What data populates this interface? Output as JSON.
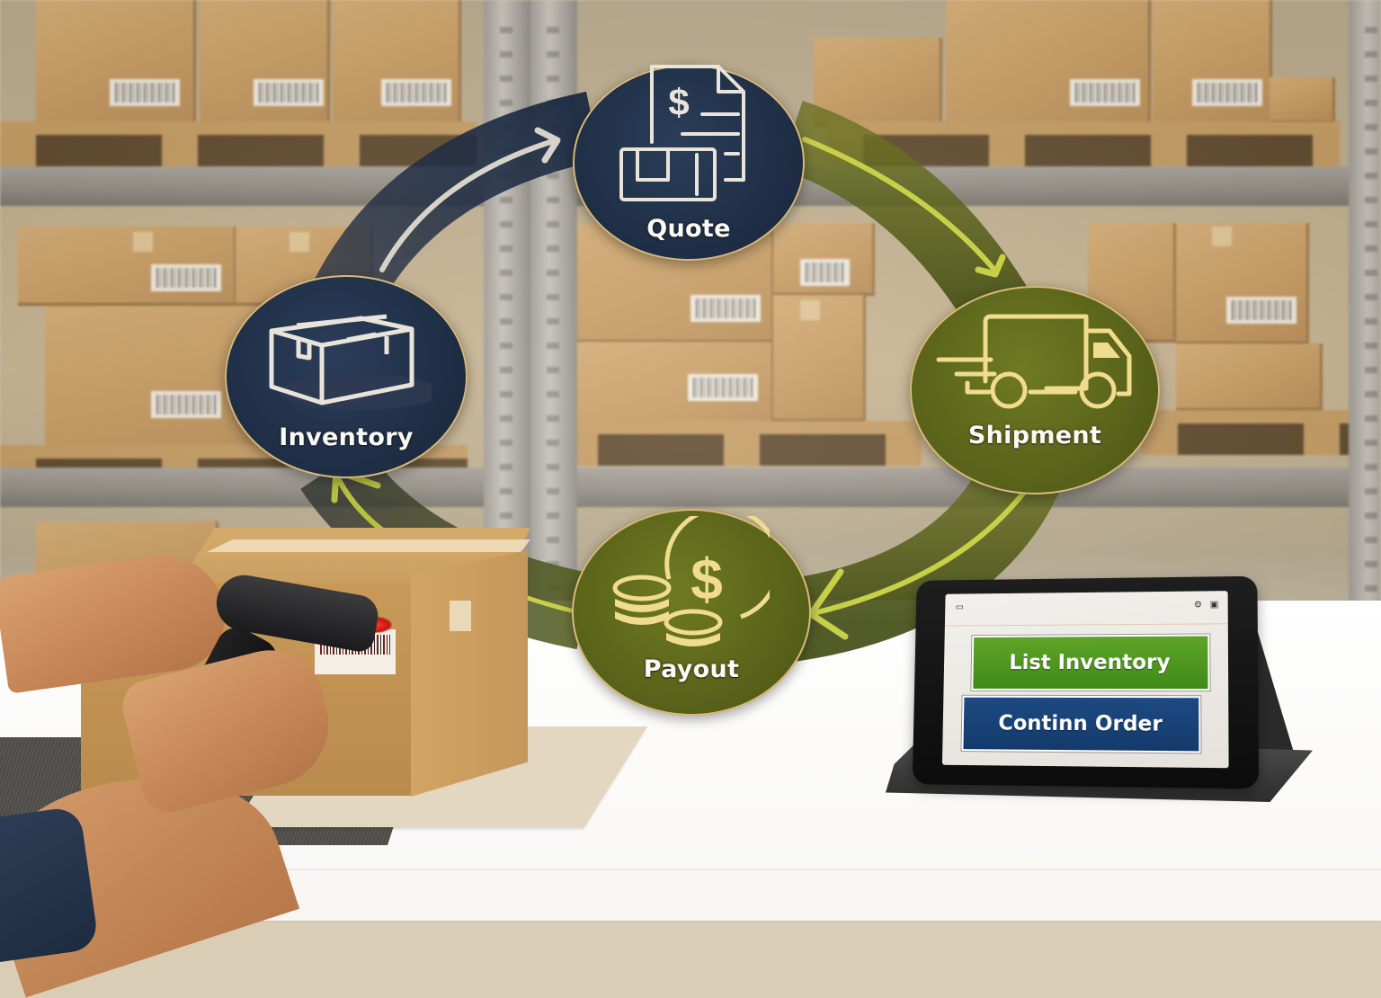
{
  "scene": {
    "description": "Warehouse workflow cycle illustration",
    "colors": {
      "navy_node": "#1f2f47",
      "olive_node": "#59631a",
      "arrow_light": "#d9d6cc",
      "arrow_lime": "#c8d04a",
      "node_text": "#fbfaf5",
      "button_green": "#4f9a20",
      "button_blue": "#163f74"
    }
  },
  "cycle": {
    "nodes": [
      {
        "id": "quote",
        "label": "Quote",
        "icon": "invoice-dollar-icon",
        "color": "navy"
      },
      {
        "id": "shipment",
        "label": "Shipment",
        "icon": "delivery-truck-icon",
        "color": "olive"
      },
      {
        "id": "payout",
        "label": "Payout",
        "icon": "dollar-coins-icon",
        "color": "olive"
      },
      {
        "id": "inventory",
        "label": "Inventory",
        "icon": "package-box-icon",
        "color": "navy"
      }
    ],
    "arrows": [
      {
        "from": "inventory",
        "to": "quote"
      },
      {
        "from": "quote",
        "to": "shipment"
      },
      {
        "from": "shipment",
        "to": "payout"
      },
      {
        "from": "payout",
        "to": "inventory"
      }
    ]
  },
  "tablet": {
    "header_left_icon": "folder-icon",
    "header_right_icons": [
      "settings-icon",
      "camera-icon"
    ],
    "buttons": {
      "primary": "List Inventory",
      "secondary": "Continn Order"
    }
  },
  "foreground": {
    "items": [
      "hands",
      "barcode-scanner",
      "cardboard-box",
      "barcode-label"
    ]
  }
}
